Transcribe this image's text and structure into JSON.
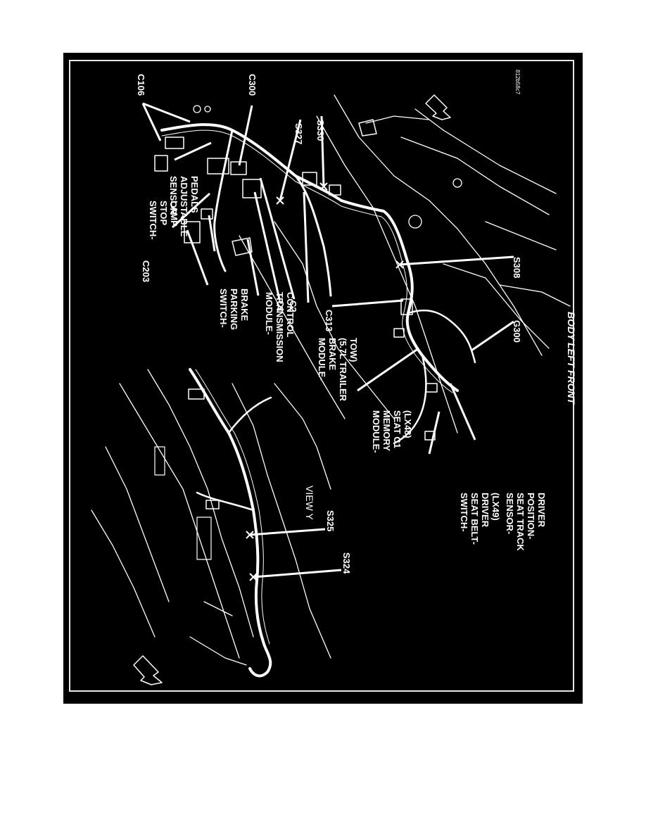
{
  "figure_id": "812b58c7",
  "caption": "BODY LEFT FRONT",
  "view_label": "VIEW Y",
  "labels": {
    "c106": "C106",
    "c300": "C300",
    "sensor_adjustable_pedals": [
      "SENSOR-",
      "ADJUSTABLE",
      "PEDALS"
    ],
    "s327": "S327",
    "s330": "S330",
    "switch_stop_lamp": [
      "SWITCH-",
      "STOP",
      "LAMP"
    ],
    "c203": "C203",
    "switch_parking_brake": [
      "SWITCH-",
      "PARKING",
      "BRAKE"
    ],
    "module_transmission_control": [
      "MODULE-",
      "TRANSMISSION",
      "CONTROL"
    ],
    "c1": "C1",
    "c2": "C2",
    "module_brake": [
      "MODULE-",
      "BRAKE",
      "(5.7L TRAILER",
      "TOW)"
    ],
    "c313": "C313",
    "s308": "S308",
    "g300": "G300",
    "module_memory_seat": [
      "MODULE-",
      "MEMORY",
      "SEAT C1",
      "(LX48)"
    ],
    "switch_seat_belt": [
      "SWITCH-",
      "SEAT BELT-",
      "DRIVER",
      "(LX49)"
    ],
    "sensor_seat_track": [
      "SENSOR-",
      "SEAT TRACK",
      "POSITION-",
      "DRIVER"
    ],
    "s325": "S325",
    "s324": "S324"
  },
  "colors": {
    "background": "#000000",
    "line": "#ffffff",
    "page": "#ffffff"
  }
}
